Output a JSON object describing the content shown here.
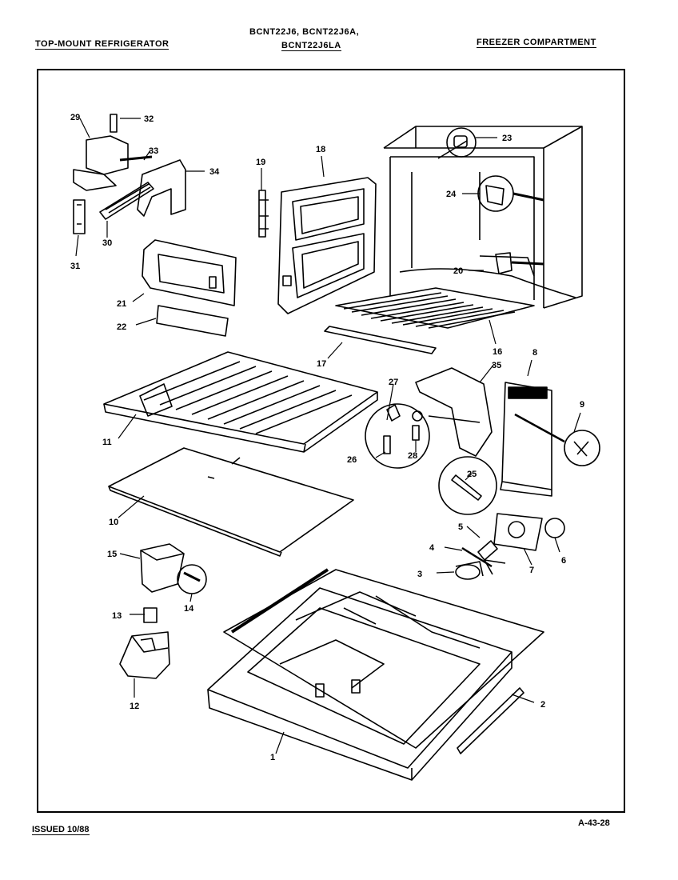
{
  "header": {
    "left": "TOP-MOUNT REFRIGERATOR",
    "center_line1": "BCNT22J6, BCNT22J6A,",
    "center_line2": "BCNT22J6LA",
    "right": "FREEZER COMPARTMENT"
  },
  "footer": {
    "issued": "ISSUED 10/88",
    "code": "A-43-28"
  },
  "callouts": [
    "1",
    "2",
    "3",
    "4",
    "5",
    "6",
    "7",
    "8",
    "9",
    "10",
    "11",
    "12",
    "13",
    "14",
    "15",
    "16",
    "17",
    "18",
    "19",
    "20",
    "21",
    "22",
    "23",
    "24",
    "25",
    "26",
    "27",
    "28",
    "29",
    "30",
    "31",
    "32",
    "33",
    "34",
    "35"
  ]
}
